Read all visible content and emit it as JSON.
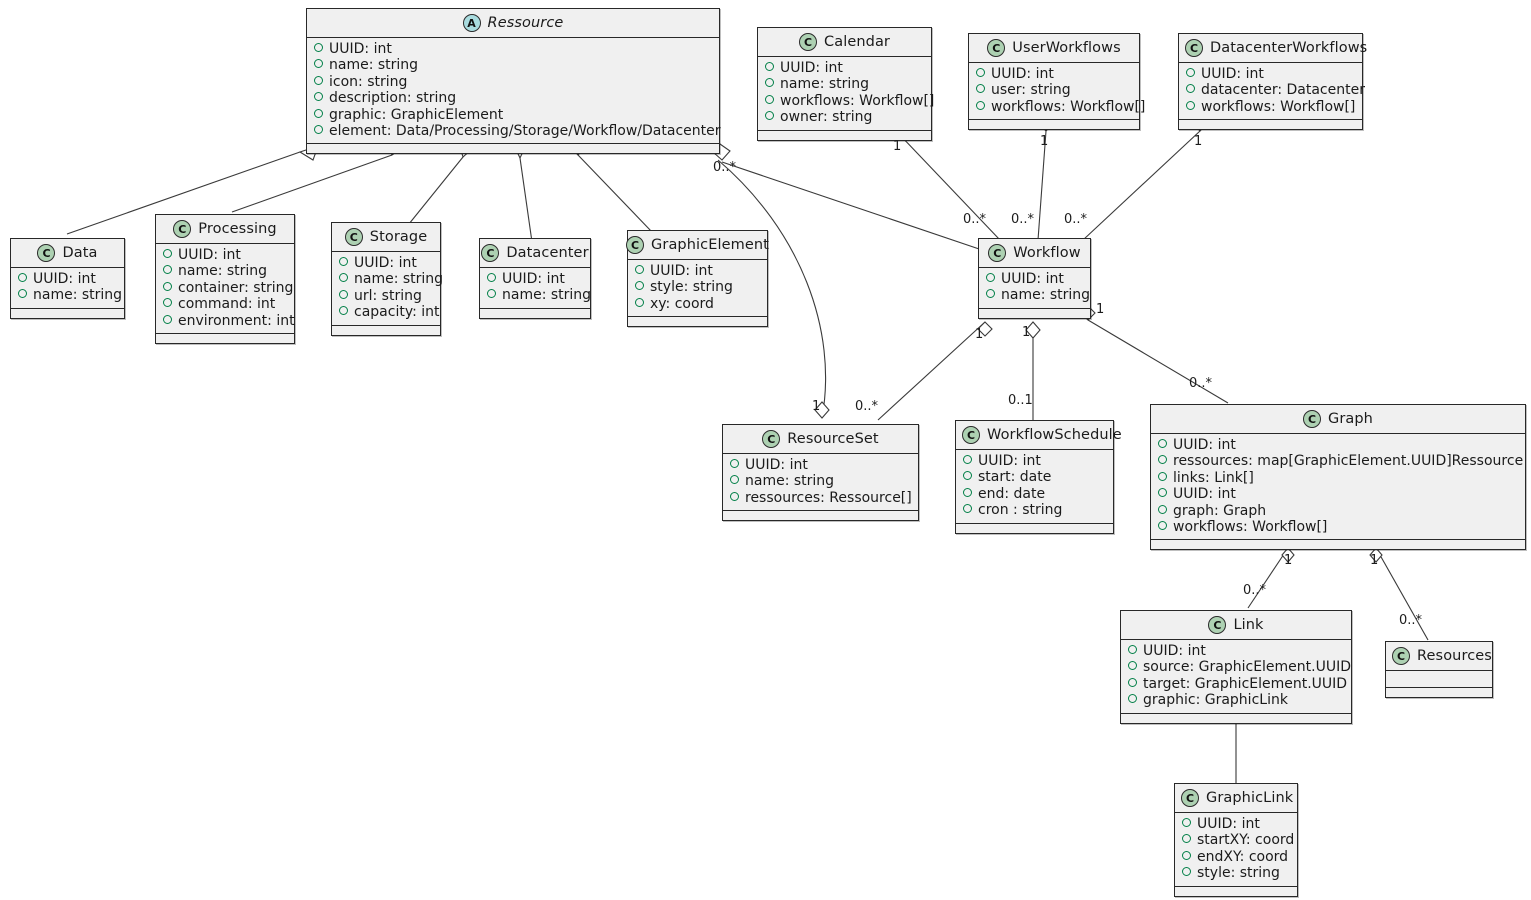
{
  "diagram": {
    "kind": "uml-class-diagram",
    "background": "#ffffff",
    "class_fill": "#F0F0F0",
    "class_border": "#282828",
    "class_badge_color": "#ADD1B2",
    "abstract_badge_color": "#A9DCDF",
    "visibility_marker_color": "#038048"
  },
  "classes": [
    {
      "id": "ressource",
      "name": "Ressource",
      "stereotype": "A",
      "abstract": true,
      "attributes": [
        "UUID: int",
        "name: string",
        "icon: string",
        "description: string",
        "graphic: GraphicElement",
        "element: Data/Processing/Storage/Workflow/Datacenter"
      ]
    },
    {
      "id": "data",
      "name": "Data",
      "stereotype": "C",
      "abstract": false,
      "attributes": [
        "UUID: int",
        "name: string"
      ]
    },
    {
      "id": "processing",
      "name": "Processing",
      "stereotype": "C",
      "abstract": false,
      "attributes": [
        "UUID: int",
        "name: string",
        "container: string",
        "command: int",
        "environment: int"
      ]
    },
    {
      "id": "storage",
      "name": "Storage",
      "stereotype": "C",
      "abstract": false,
      "attributes": [
        "UUID: int",
        "name: string",
        "url: string",
        "capacity: int"
      ]
    },
    {
      "id": "datacenter",
      "name": "Datacenter",
      "stereotype": "C",
      "abstract": false,
      "attributes": [
        "UUID: int",
        "name: string"
      ]
    },
    {
      "id": "graphicelement",
      "name": "GraphicElement",
      "stereotype": "C",
      "abstract": false,
      "attributes": [
        "UUID: int",
        "style: string",
        "xy: coord"
      ]
    },
    {
      "id": "calendar",
      "name": "Calendar",
      "stereotype": "C",
      "abstract": false,
      "attributes": [
        "UUID: int",
        "name: string",
        "workflows: Workflow[]",
        "owner: string"
      ]
    },
    {
      "id": "userworkflows",
      "name": "UserWorkflows",
      "stereotype": "C",
      "abstract": false,
      "attributes": [
        "UUID: int",
        "user: string",
        "workflows: Workflow[]"
      ]
    },
    {
      "id": "datacenterworkflows",
      "name": "DatacenterWorkflows",
      "stereotype": "C",
      "abstract": false,
      "attributes": [
        "UUID: int",
        "datacenter: Datacenter",
        "workflows: Workflow[]"
      ]
    },
    {
      "id": "workflow",
      "name": "Workflow",
      "stereotype": "C",
      "abstract": false,
      "attributes": [
        "UUID: int",
        "name: string"
      ]
    },
    {
      "id": "resourceset",
      "name": "ResourceSet",
      "stereotype": "C",
      "abstract": false,
      "attributes": [
        "UUID: int",
        "name: string",
        "ressources: Ressource[]"
      ]
    },
    {
      "id": "workflowschedule",
      "name": "WorkflowSchedule",
      "stereotype": "C",
      "abstract": false,
      "attributes": [
        "UUID: int",
        "start: date",
        "end: date",
        "cron : string"
      ]
    },
    {
      "id": "graph",
      "name": "Graph",
      "stereotype": "C",
      "abstract": false,
      "attributes": [
        "UUID: int",
        "ressources: map[GraphicElement.UUID]Ressource",
        "links: Link[]",
        "UUID: int",
        "graph: Graph",
        "workflows: Workflow[]"
      ]
    },
    {
      "id": "link",
      "name": "Link",
      "stereotype": "C",
      "abstract": false,
      "attributes": [
        "UUID: int",
        "source: GraphicElement.UUID",
        "target: GraphicElement.UUID",
        "graphic: GraphicLink"
      ]
    },
    {
      "id": "resources",
      "name": "Resources",
      "stereotype": "C",
      "abstract": false,
      "attributes": []
    },
    {
      "id": "graphiclink",
      "name": "GraphicLink",
      "stereotype": "C",
      "abstract": false,
      "attributes": [
        "UUID: int",
        "startXY: coord",
        "endXY: coord",
        "style: string"
      ]
    }
  ],
  "multiplicities": [
    {
      "id": "m-ressource-resourceset-src",
      "text": "0..*"
    },
    {
      "id": "m-resourceset-ressource",
      "text": "1"
    },
    {
      "id": "m-calendar-workflow-src",
      "text": "1"
    },
    {
      "id": "m-calendar-workflow-dst",
      "text": "0..*"
    },
    {
      "id": "m-userworkflows-workflow-src",
      "text": "1"
    },
    {
      "id": "m-userworkflows-workflow-dst",
      "text": "0..*"
    },
    {
      "id": "m-datacenterworkflows-workflow-src",
      "text": "1"
    },
    {
      "id": "m-datacenterworkflows-workflow-dst",
      "text": "0..*"
    },
    {
      "id": "m-workflow-resourceset-src",
      "text": "1"
    },
    {
      "id": "m-workflow-resourceset-dst",
      "text": "0..*"
    },
    {
      "id": "m-workflow-schedule-src",
      "text": "1"
    },
    {
      "id": "m-workflow-schedule-dst",
      "text": "0..1"
    },
    {
      "id": "m-workflow-graph-src",
      "text": "1"
    },
    {
      "id": "m-workflow-graph-dst",
      "text": "0..*"
    },
    {
      "id": "m-graph-link-src",
      "text": "1"
    },
    {
      "id": "m-graph-link-dst",
      "text": "0..*"
    },
    {
      "id": "m-graph-resources-src",
      "text": "1"
    },
    {
      "id": "m-graph-resources-dst",
      "text": "0..*"
    }
  ]
}
